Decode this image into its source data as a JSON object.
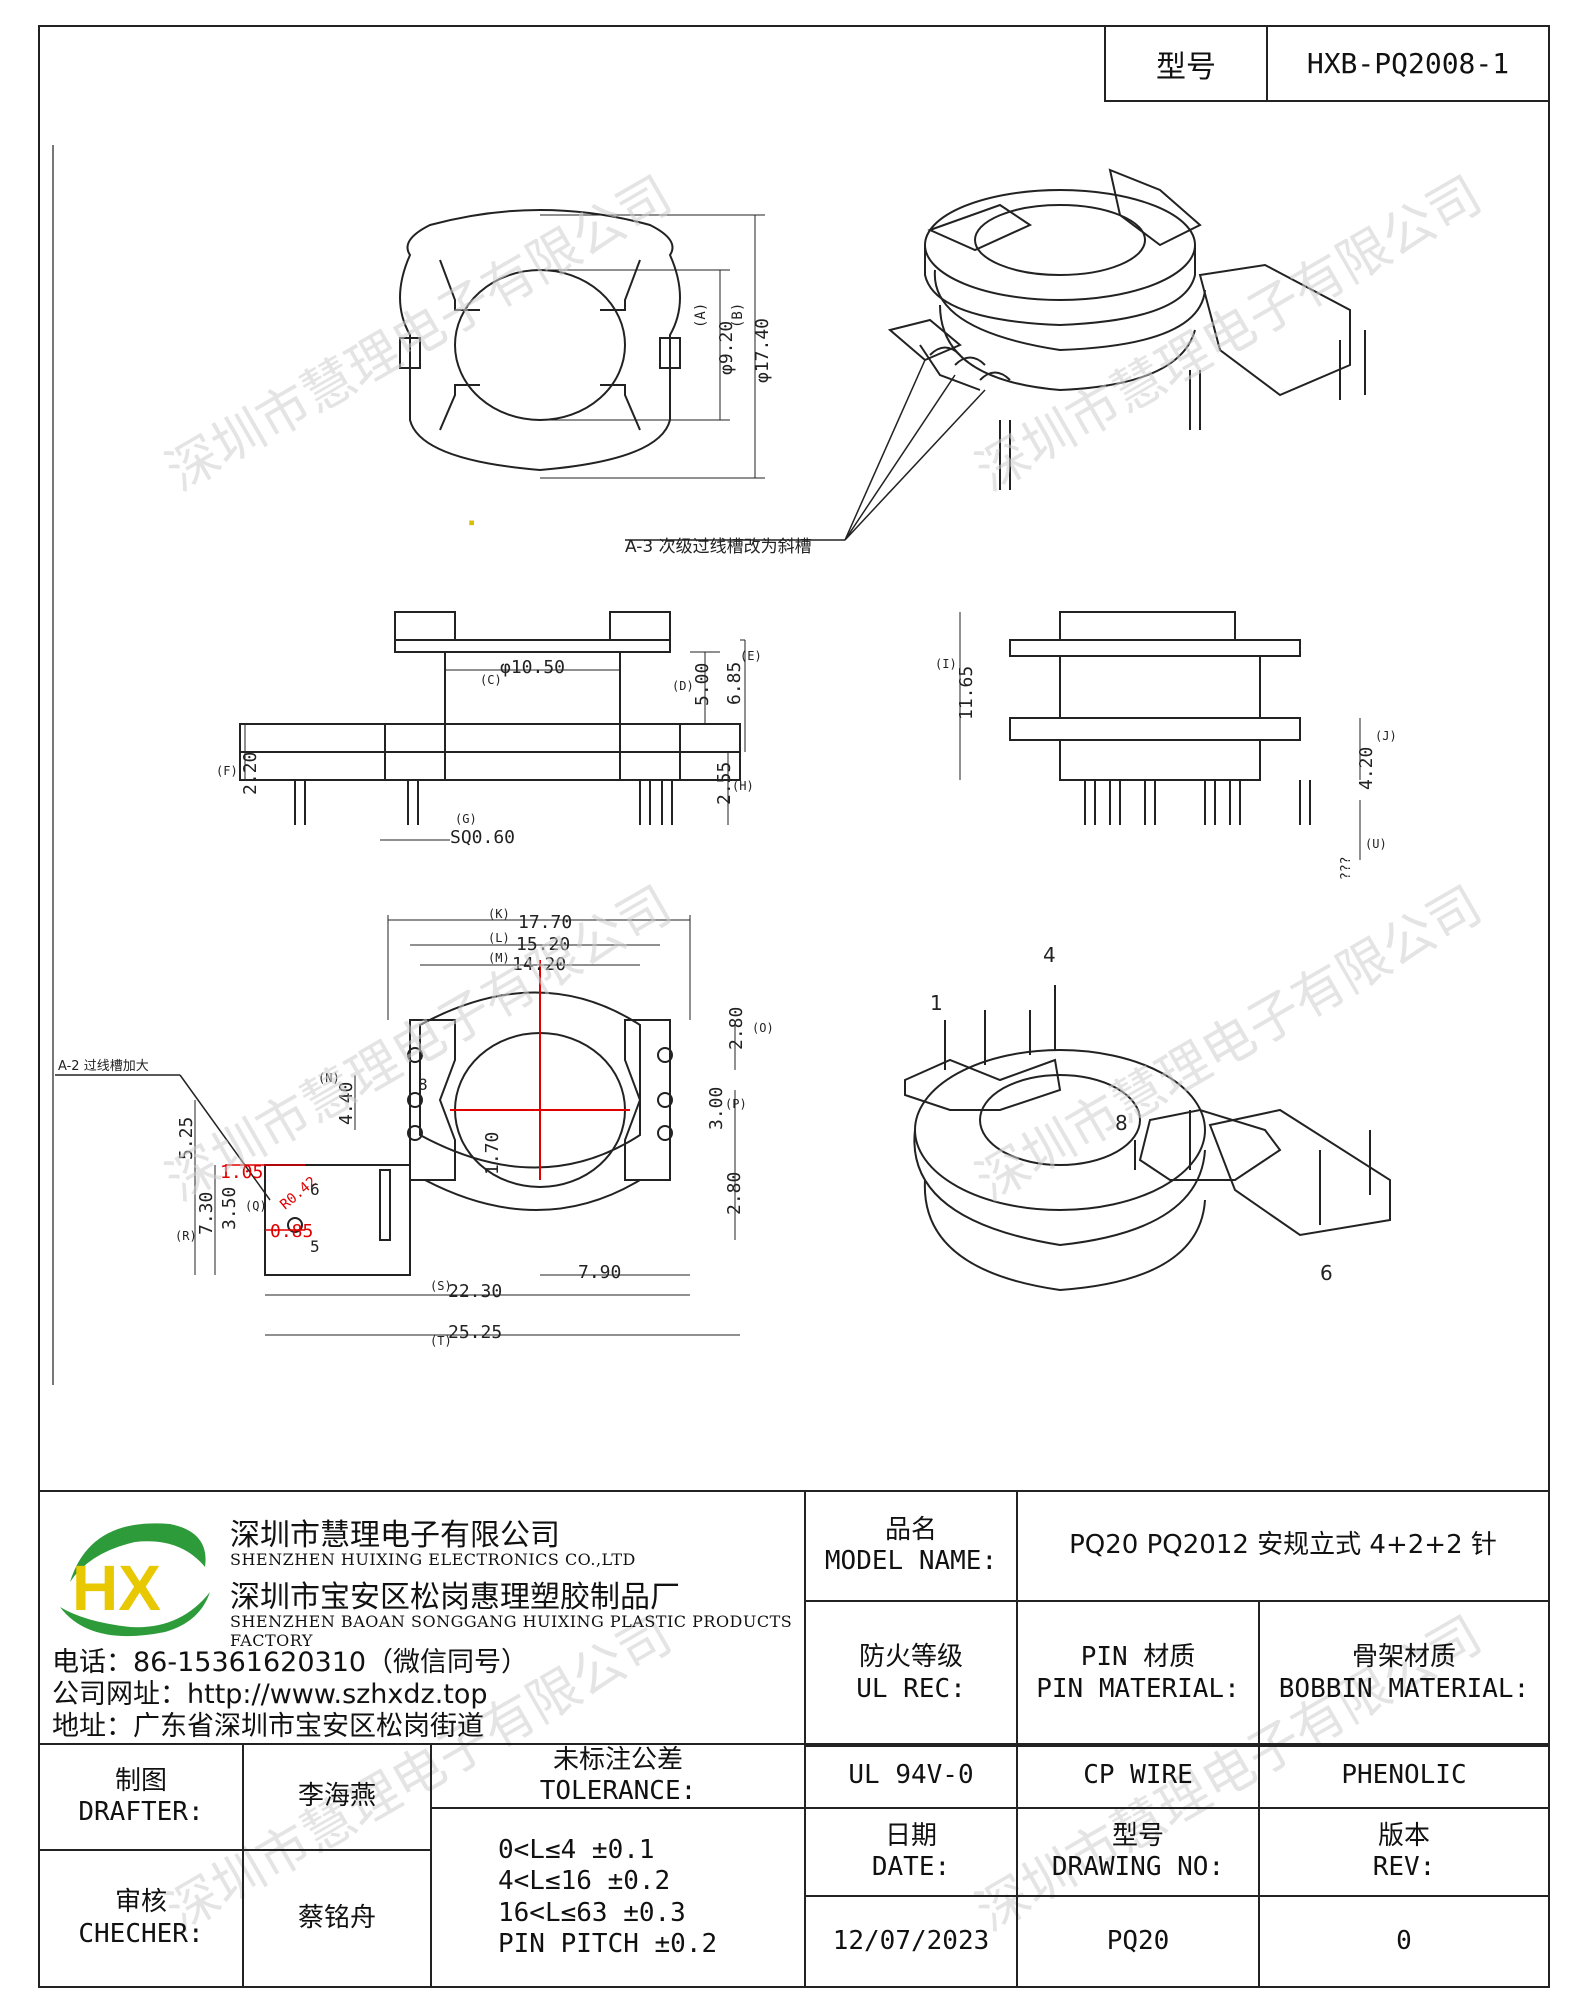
{
  "header": {
    "label": "型号",
    "value": "HXB-PQ2008-1"
  },
  "drawing": {
    "note_a3": "A-3 次级过线槽改为斜槽",
    "note_a2": "A-2 过线槽加大",
    "top_view": {
      "dim_a_tag": "(A)",
      "dim_a": "φ9.20",
      "dim_b_tag": "(B)",
      "dim_b": "φ17.40"
    },
    "front_view": {
      "dim_c_tag": "(C)",
      "dim_c": "φ10.50",
      "dim_d_tag": "(D)",
      "dim_d": "5.00",
      "dim_e_tag": "(E)",
      "dim_e": "6.85",
      "dim_f_tag": "(F)",
      "dim_f": "2.20",
      "dim_g_tag": "(G)",
      "dim_g": "SQ0.60",
      "dim_h_tag": "(H)",
      "dim_h": "2.55"
    },
    "side_view": {
      "dim_i_tag": "(I)",
      "dim_i": "11.65",
      "dim_j_tag": "(J)",
      "dim_j": "4.20",
      "dim_u_tag": "(U)",
      "dim_u": "???"
    },
    "bottom_view": {
      "dim_k_tag": "(K)",
      "dim_k": "17.70",
      "dim_l_tag": "(L)",
      "dim_l": "15.20",
      "dim_m_tag": "(M)",
      "dim_m": "14.20",
      "dim_n_tag": "(N)",
      "dim_n": "4.40",
      "dim_o_tag": "(O)",
      "dim_o": "2.80",
      "dim_p_tag": "(P)",
      "dim_p": "3.00",
      "dim_o2": "2.80",
      "dim_170": "1.70",
      "dim_525": "5.25",
      "dim_r_tag": "(R)",
      "dim_r": "7.30",
      "dim_q_tag": "(Q)",
      "dim_q": "3.50",
      "dim_105": "1.05",
      "dim_085": "0.85",
      "dim_r042": "R0.42",
      "dim_s_tag": "(S)",
      "dim_s": "22.30",
      "dim_790": "7.90",
      "dim_t_tag": "(T)",
      "dim_t": "25.25",
      "pin_8": "8",
      "pin_5": "5",
      "pin_6": "6"
    },
    "iso_view": {
      "pin_1": "1",
      "pin_4": "4",
      "pin_8": "8",
      "pin_6": "6"
    }
  },
  "watermark": "深圳市慧理电子有限公司",
  "title_block": {
    "company_cn": "深圳市慧理电子有限公司",
    "company_en": "SHENZHEN HUIXING ELECTRONICS CO.,LTD",
    "factory_cn": "深圳市宝安区松岗惠理塑胶制品厂",
    "factory_en": "SHENZHEN BAOAN SONGGANG HUIXING PLASTIC PRODUCTS FACTORY",
    "phone": "电话：86-15361620310（微信同号）",
    "website": "公司网址：http://www.szhxdz.top",
    "address": "地址：广东省深圳市宝安区松岗街道",
    "logo_text": "HX",
    "model_name_cn": "品名",
    "model_name_en": "MODEL NAME:",
    "model_name_value": "PQ20 PQ2012 安规立式 4+2+2 针",
    "fire_cn": "防火等级",
    "fire_en": "UL REC:",
    "pin_mat_cn": "PIN 材质",
    "pin_mat_en": "PIN MATERIAL:",
    "bobbin_mat_cn": "骨架材质",
    "bobbin_mat_en": "BOBBIN MATERIAL:",
    "fire_value": "UL 94V-0",
    "pin_mat_value": "CP WIRE",
    "bobbin_mat_value": "PHENOLIC",
    "drafter_cn": "制图",
    "drafter_en": "DRAFTER:",
    "drafter_name": "李海燕",
    "checker_cn": "审核",
    "checker_en": "CHECHER:",
    "checker_name": "蔡铭舟",
    "tol_cn": "未标注公差",
    "tol_en": "TOLERANCE:",
    "tol_rows": [
      "0<L≤4   ±0.1",
      "4<L≤16  ±0.2",
      "16<L≤63  ±0.3",
      "PIN PITCH  ±0.2"
    ],
    "date_cn": "日期",
    "date_en": "DATE:",
    "date_value": "12/07/2023",
    "drawno_cn": "型号",
    "drawno_en": "DRAWING NO:",
    "drawno_value": "PQ20",
    "rev_cn": "版本",
    "rev_en": "REV:",
    "rev_value": "0"
  },
  "colors": {
    "accent_red": "#e00000",
    "logo_green": "#2e9b3a",
    "logo_yellow": "#e8c800"
  }
}
